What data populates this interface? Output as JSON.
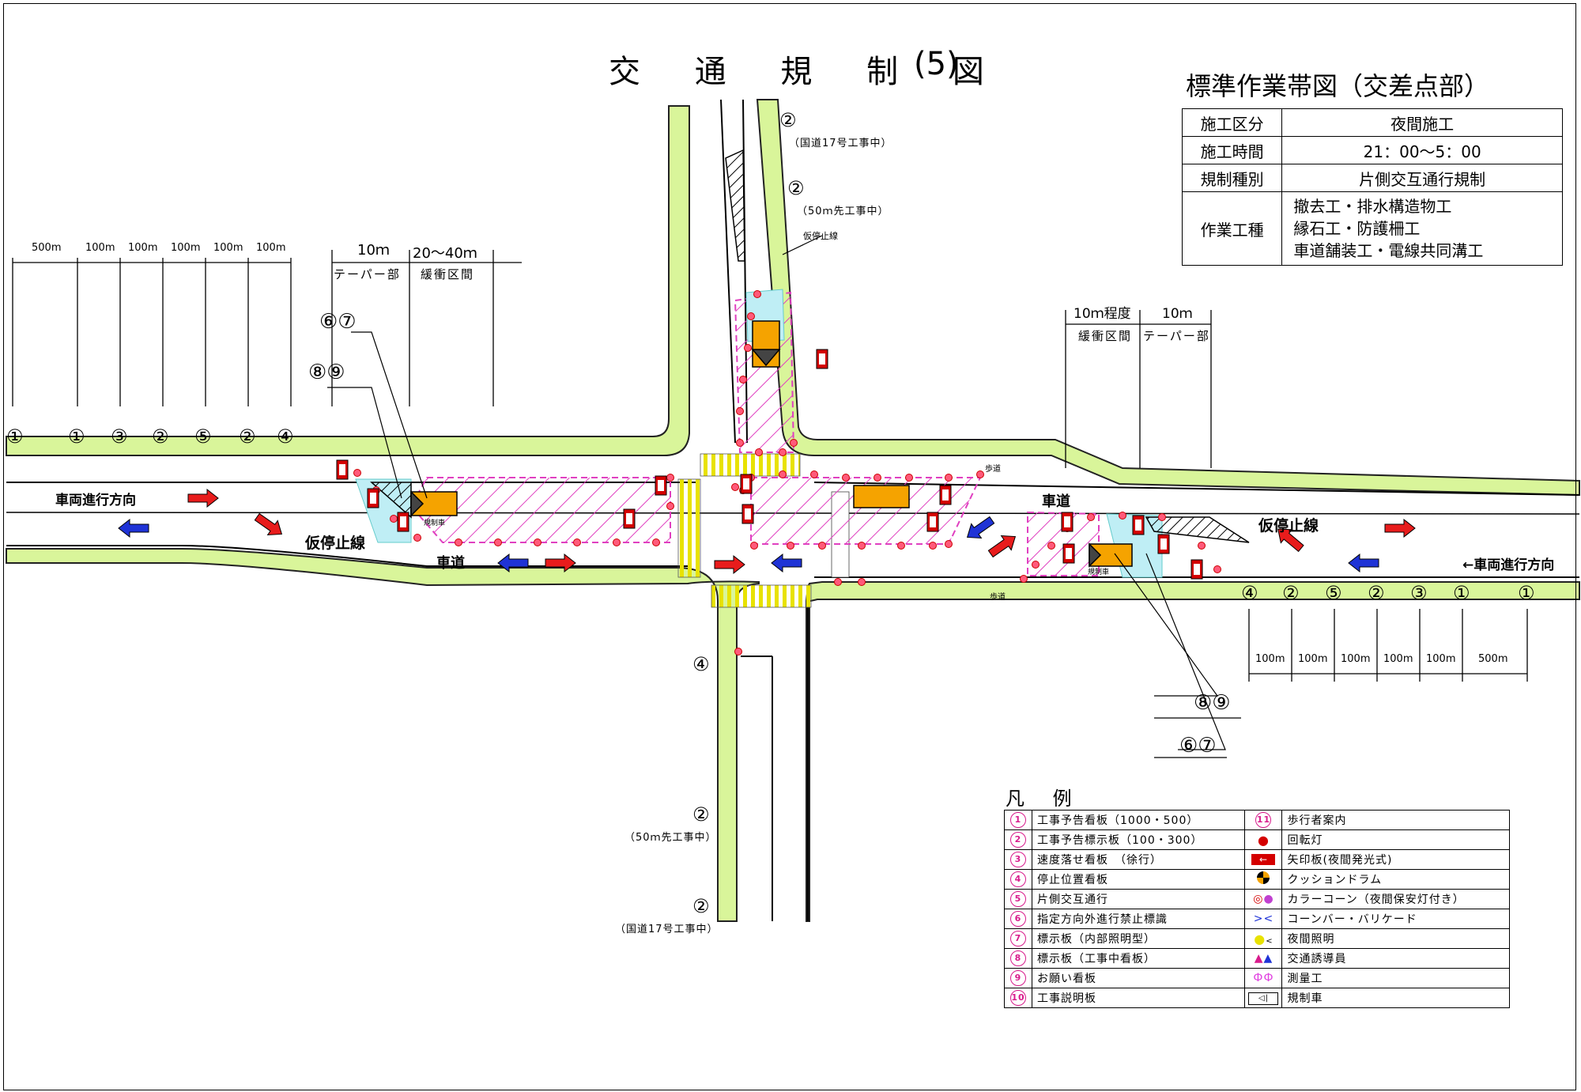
{
  "title": "交 通 規 制 図",
  "title_number": "(5)",
  "standard_title": "標準作業帯図（交差点部）",
  "info_table": [
    {
      "label": "施工区分",
      "value": "夜間施工"
    },
    {
      "label": "施工時間",
      "value": "21：00～5：00"
    },
    {
      "label": "規制種別",
      "value": "片側交互通行規制"
    },
    {
      "label": "作業工種",
      "value_lines": [
        "撤去工・排水構造物工",
        "縁石工・防護柵工",
        "車道舗装工・電線共同溝工"
      ]
    }
  ],
  "left_distances": [
    "500m",
    "100m",
    "100m",
    "100m",
    "100m",
    "100m"
  ],
  "left_taper": {
    "length": "10ｍ",
    "label": "テーパー部"
  },
  "left_buffer": {
    "length": "20～40ｍ",
    "label": "緩衝区間"
  },
  "right_buffer": {
    "length": "10ｍ程度",
    "label": "緩衝区間"
  },
  "right_taper": {
    "length": "10ｍ",
    "label": "テーパー部"
  },
  "right_distances": [
    "100m",
    "100m",
    "100m",
    "100m",
    "100m",
    "500m"
  ],
  "left_signs": [
    "①",
    "①",
    "③",
    "②",
    "⑤",
    "②",
    "④"
  ],
  "right_signs": [
    "④",
    "②",
    "⑤",
    "②",
    "③",
    "①",
    "①"
  ],
  "callouts": {
    "left_67": "⑥⑦",
    "left_89": "⑧⑨",
    "right_89": "⑧⑨",
    "right_67": "⑥⑦",
    "north_2a": "②",
    "north_2a_note": "（国道17号工事中）",
    "north_2b": "②",
    "north_2b_note": "（50ｍ先工事中）",
    "north_stop": "仮停止線",
    "south_4": "④",
    "south_2a": "②",
    "south_2a_note": "（50ｍ先工事中）",
    "south_2b": "②",
    "south_2b_note": "（国道17号工事中）"
  },
  "road_labels": {
    "direction_left": "車両進行方向",
    "direction_right": "←車両進行方向",
    "temp_stop_left": "仮停止線",
    "temp_stop_right": "仮停止線",
    "roadway_left": "車道",
    "roadway_right": "車道",
    "sidewalk": "歩道",
    "reg_car": "規制車"
  },
  "legend_title": "凡 例",
  "legend_left": [
    {
      "num": "1",
      "label": "工事予告看板（1000・500）"
    },
    {
      "num": "2",
      "label": "工事予告標示板（100・300）"
    },
    {
      "num": "3",
      "label": "速度落せ看板　（徐行）"
    },
    {
      "num": "4",
      "label": "停止位置看板"
    },
    {
      "num": "5",
      "label": "片側交互通行"
    },
    {
      "num": "6",
      "label": "指定方向外進行禁止標識"
    },
    {
      "num": "7",
      "label": "標示板（内部照明型）"
    },
    {
      "num": "8",
      "label": "標示板（工事中看板）"
    },
    {
      "num": "9",
      "label": "お願い看板"
    },
    {
      "num": "10",
      "label": "工事説明板"
    }
  ],
  "legend_right": [
    {
      "icon": "numbered-circle-11",
      "num": "11",
      "label": "歩行者案内"
    },
    {
      "icon": "rotating-light-icon",
      "label": "回転灯"
    },
    {
      "icon": "arrow-board-icon",
      "label": "矢印板(夜間発光式)"
    },
    {
      "icon": "cushion-drum-icon",
      "label": "クッションドラム"
    },
    {
      "icon": "color-cone-icon",
      "label": "カラーコーン（夜間保安灯付き）"
    },
    {
      "icon": "cone-bar-icon",
      "label": "コーンバー・バリケード"
    },
    {
      "icon": "night-light-icon",
      "label": "夜間照明"
    },
    {
      "icon": "traffic-guard-icon",
      "label": "交通誘導員"
    },
    {
      "icon": "surveyor-icon",
      "label": "測量工"
    },
    {
      "icon": "regulation-vehicle-icon",
      "label": "規制車"
    }
  ],
  "colors": {
    "sidewalk_fill": "#d9f59a",
    "work_zone_hatch": "#e040c0",
    "buffer_fill": "#bfeef5",
    "arrow_red": "#e81c1c",
    "arrow_blue": "#1f33d6",
    "vehicle_orange": "#f5a300",
    "sign_magenta": "#d81b8c"
  }
}
